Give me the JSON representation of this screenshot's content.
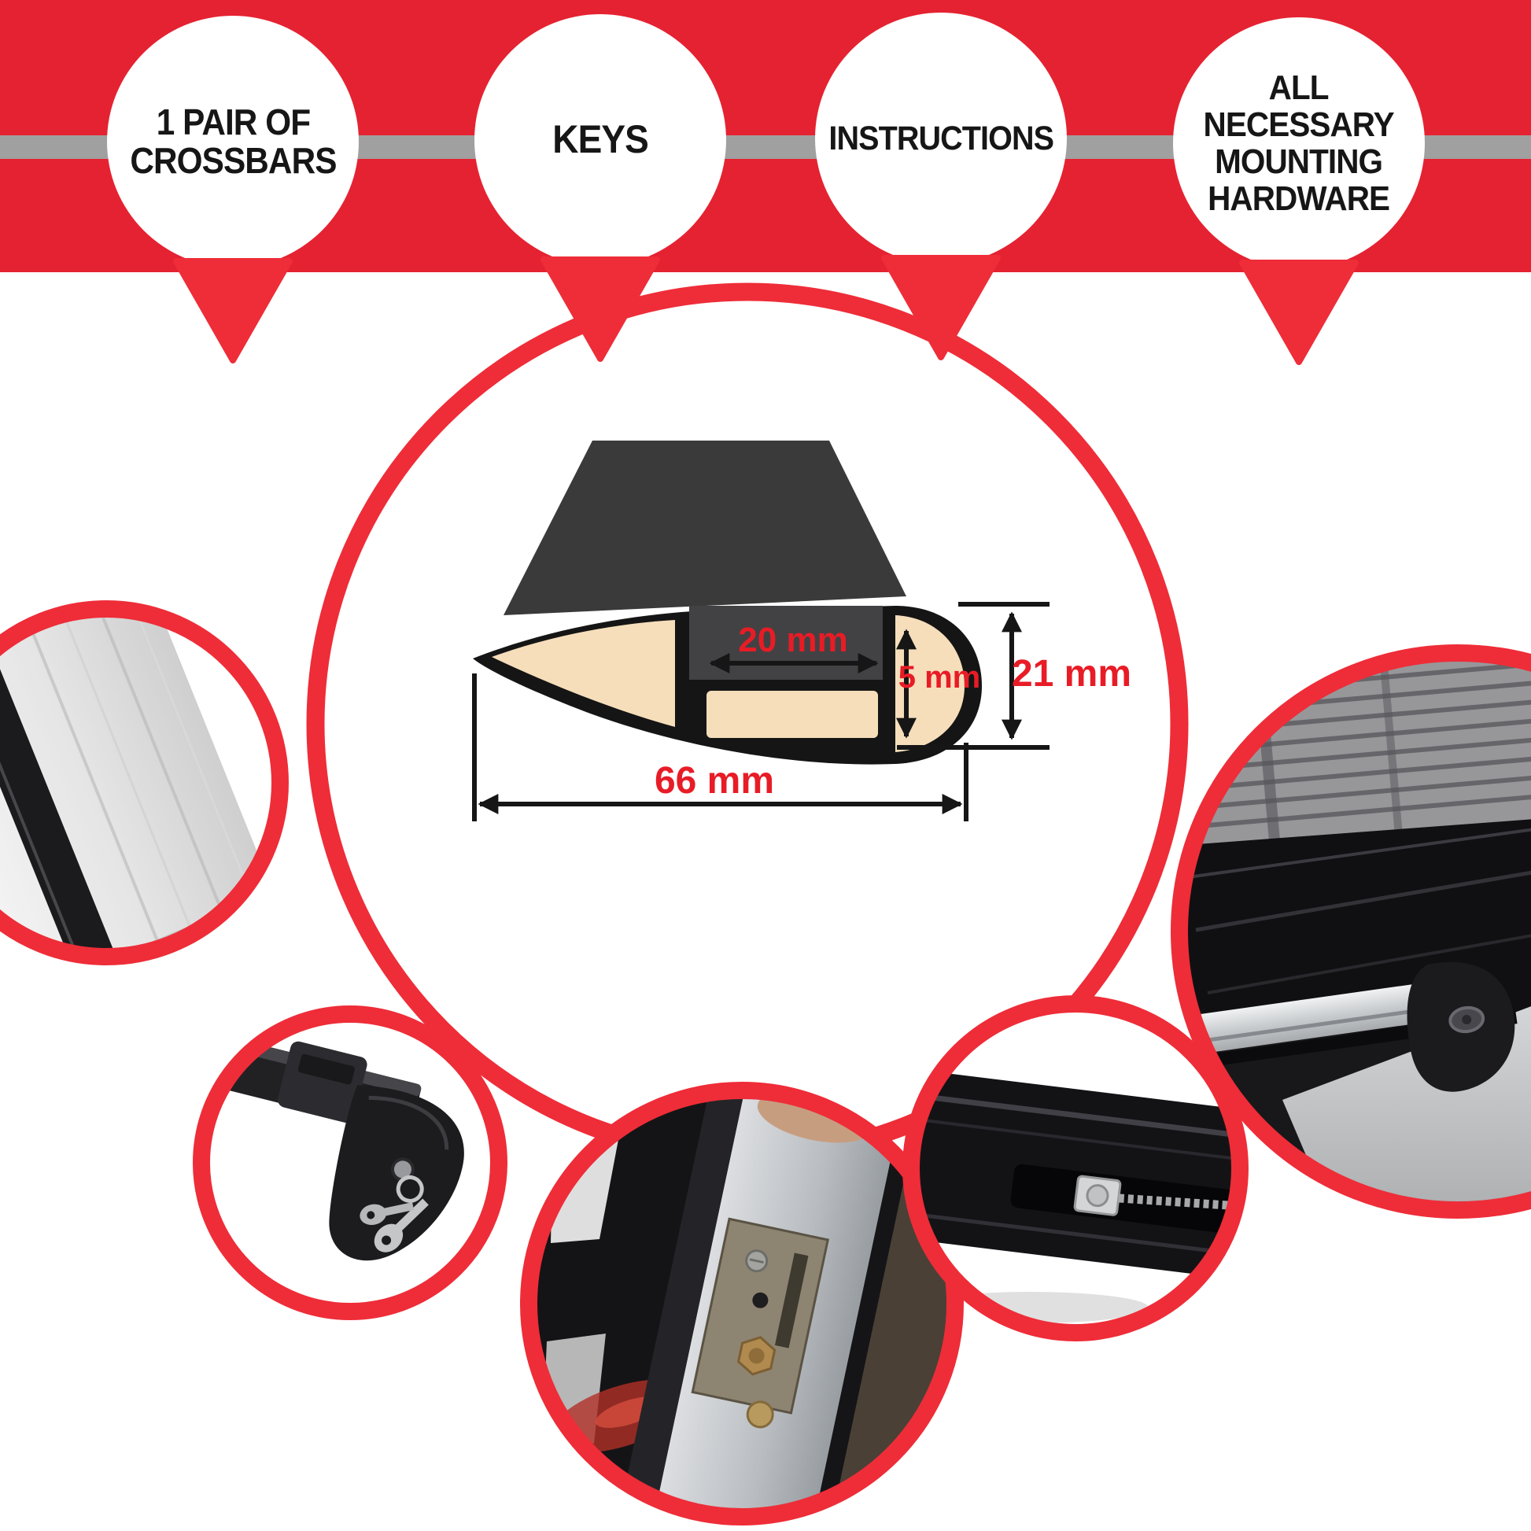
{
  "colors": {
    "banner_red": "#e52231",
    "accent_red": "#ee2d38",
    "stripe_gray": "#a0a0a0",
    "dimension_red": "#e81c26",
    "profile_cream": "#f6debb",
    "profile_dark": "#3a3a3b",
    "outline_black": "#151515"
  },
  "banner": {
    "badges": [
      {
        "label": "1 PAIR OF\nCROSSBARS"
      },
      {
        "label": "KEYS"
      },
      {
        "label": "INSTRUCTIONS"
      },
      {
        "label": "ALL\nNECESSARY\nMOUNTING\nHARDWARE"
      }
    ]
  },
  "diagram": {
    "type": "crossbar cross-section",
    "dimensions": {
      "channel_width": "20 mm",
      "channel_depth": "5 mm",
      "profile_height": "21 mm",
      "profile_width": "66 mm"
    }
  },
  "figures": {
    "left_circle": "aluminum-crossbar-end-profile-photo",
    "bottom_left_circle": "locking-foot-with-keys-photo",
    "bottom_center_circle": "mounting-bracket-door-frame-photo",
    "right_circle": "crossbars-mounted-on-roof-photo",
    "bottom_right_circle": "clamp-bolt-under-bar-photo"
  }
}
